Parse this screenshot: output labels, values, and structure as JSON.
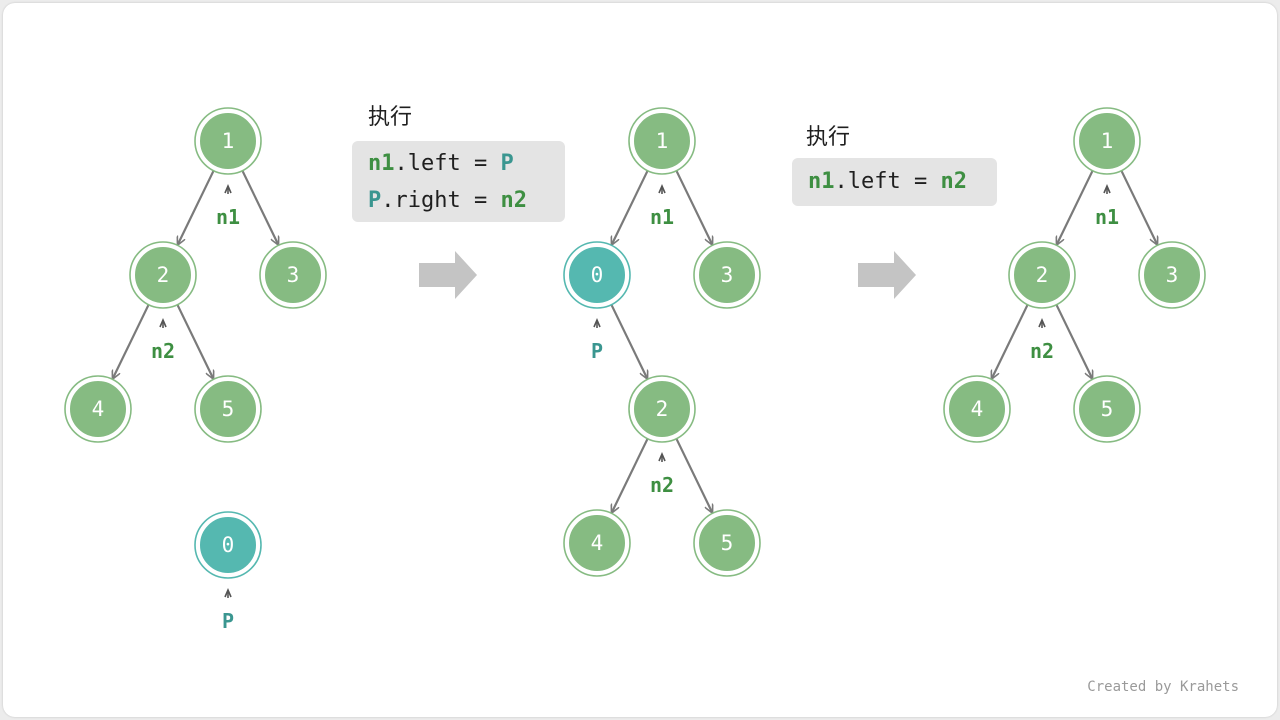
{
  "colors": {
    "node_green": "#86bb82",
    "node_teal": "#55b8b0",
    "node_ring": "#ffffff",
    "edge": "#7a7a7a",
    "pointer_green": "#3e8f42",
    "pointer_teal": "#3a9690",
    "arrow": "#c4c4c4"
  },
  "steps": [
    {
      "label": "执行",
      "code": [
        {
          "parts": [
            {
              "text": "n1",
              "style": "green"
            },
            {
              "text": ".left = ",
              "style": "plain"
            },
            {
              "text": "P",
              "style": "teal"
            }
          ]
        },
        {
          "parts": [
            {
              "text": "P",
              "style": "teal"
            },
            {
              "text": ".right = ",
              "style": "plain"
            },
            {
              "text": "n2",
              "style": "green"
            }
          ]
        }
      ]
    },
    {
      "label": "执行",
      "code": [
        {
          "parts": [
            {
              "text": "n1",
              "style": "green"
            },
            {
              "text": ".left = ",
              "style": "plain"
            },
            {
              "text": "n2",
              "style": "green"
            }
          ]
        }
      ]
    }
  ],
  "diagrams": [
    {
      "name": "before-insertion",
      "nodes": [
        {
          "id": "1",
          "label": "1",
          "kind": "green"
        },
        {
          "id": "2",
          "label": "2",
          "kind": "green"
        },
        {
          "id": "3",
          "label": "3",
          "kind": "green"
        },
        {
          "id": "4",
          "label": "4",
          "kind": "green"
        },
        {
          "id": "5",
          "label": "5",
          "kind": "green"
        },
        {
          "id": "0",
          "label": "0",
          "kind": "teal"
        }
      ],
      "edges": [
        [
          "1",
          "2"
        ],
        [
          "1",
          "3"
        ],
        [
          "2",
          "4"
        ],
        [
          "2",
          "5"
        ]
      ],
      "pointers": [
        {
          "label": "n1",
          "node": "1",
          "kind": "green"
        },
        {
          "label": "n2",
          "node": "2",
          "kind": "green"
        },
        {
          "label": "P",
          "node": "0",
          "kind": "teal"
        }
      ]
    },
    {
      "name": "after-insertion",
      "nodes": [
        {
          "id": "1",
          "label": "1",
          "kind": "green"
        },
        {
          "id": "0",
          "label": "0",
          "kind": "teal"
        },
        {
          "id": "3",
          "label": "3",
          "kind": "green"
        },
        {
          "id": "2",
          "label": "2",
          "kind": "green"
        },
        {
          "id": "4",
          "label": "4",
          "kind": "green"
        },
        {
          "id": "5",
          "label": "5",
          "kind": "green"
        }
      ],
      "edges": [
        [
          "1",
          "0"
        ],
        [
          "1",
          "3"
        ],
        [
          "0",
          "2"
        ],
        [
          "2",
          "4"
        ],
        [
          "2",
          "5"
        ]
      ],
      "pointers": [
        {
          "label": "n1",
          "node": "1",
          "kind": "green"
        },
        {
          "label": "P",
          "node": "0",
          "kind": "teal"
        },
        {
          "label": "n2",
          "node": "2",
          "kind": "green"
        }
      ]
    },
    {
      "name": "after-removal",
      "nodes": [
        {
          "id": "1",
          "label": "1",
          "kind": "green"
        },
        {
          "id": "2",
          "label": "2",
          "kind": "green"
        },
        {
          "id": "3",
          "label": "3",
          "kind": "green"
        },
        {
          "id": "4",
          "label": "4",
          "kind": "green"
        },
        {
          "id": "5",
          "label": "5",
          "kind": "green"
        }
      ],
      "edges": [
        [
          "1",
          "2"
        ],
        [
          "1",
          "3"
        ],
        [
          "2",
          "4"
        ],
        [
          "2",
          "5"
        ]
      ],
      "pointers": [
        {
          "label": "n1",
          "node": "1",
          "kind": "green"
        },
        {
          "label": "n2",
          "node": "2",
          "kind": "green"
        }
      ]
    }
  ],
  "watermark": "Created by Krahets"
}
